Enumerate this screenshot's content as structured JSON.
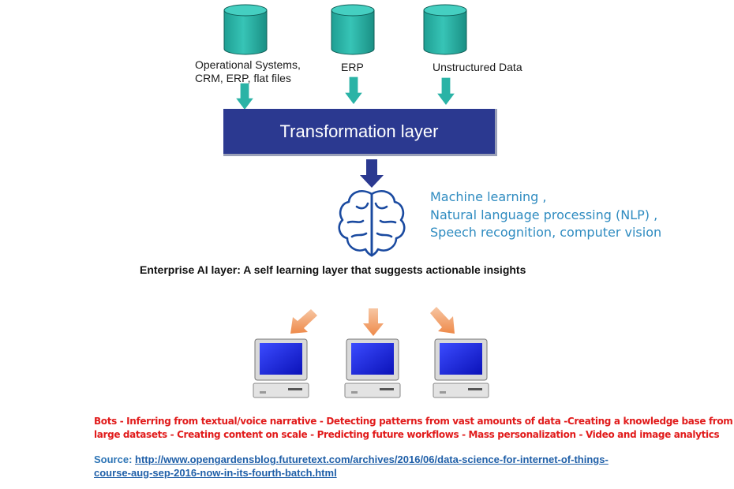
{
  "sources": [
    {
      "label_lines": [
        "Operational Systems,",
        "CRM, ERP, flat files"
      ],
      "icon": "database-cylinder-icon"
    },
    {
      "label_lines": [
        "ERP"
      ],
      "icon": "database-cylinder-icon"
    },
    {
      "label_lines": [
        "Unstructured Data"
      ],
      "icon": "database-cylinder-icon"
    }
  ],
  "transformation_layer": "Transformation layer",
  "ai_capabilities": [
    "Machine learning ,",
    "Natural language processing (NLP) ,",
    "Speech recognition, computer vision"
  ],
  "brain_icon": "brain-icon",
  "enterprise_layer": "Enterprise AI layer: A self learning layer that suggests actionable insights",
  "computers": [
    "computer-icon",
    "computer-icon",
    "computer-icon"
  ],
  "bots_text": [
    "Bots  - Inferring from textual/voice narrative -  Detecting patterns from vast amounts of data -Creating a knowledge base from",
    "large datasets - Creating content on scale - Predicting future workflows - Mass personalization - Video and image analytics"
  ],
  "source": {
    "prefix": "Source: ",
    "url_line1": "http://www.opengardensblog.futuretext.com/archives/2016/06/data-science-for-internet-of-things-",
    "url_line2": "course-aug-sep-2016-now-in-its-fourth-batch.html"
  },
  "colors": {
    "cylinder": "#2ab3a6",
    "arrow_teal": "#2ab3a6",
    "transform_bg": "#2b3990",
    "arrow_navy": "#2b3990",
    "capabilities_text": "#2e8bc0",
    "arrow_orange": "#f0a070",
    "bots_text": "#e11b1b",
    "link": "#1f5fa8"
  }
}
